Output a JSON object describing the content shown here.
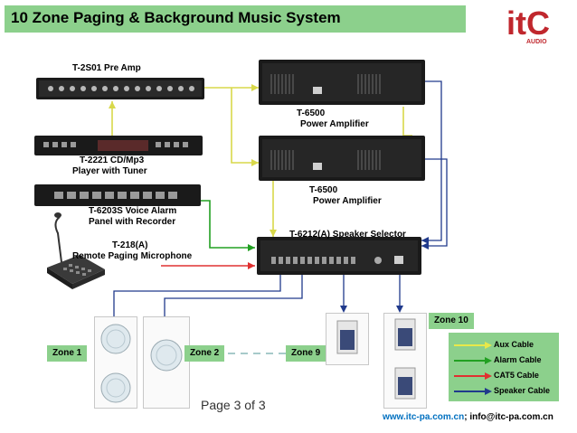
{
  "title": "10 Zone Paging & Background Music System",
  "logo": {
    "brand": "itC",
    "sub": "AUDIO"
  },
  "devices": {
    "preamp": "T-2S01 Pre Amp",
    "player_line1": "T-2221 CD/Mp3",
    "player_line2": "Player with Tuner",
    "alarm_line1": "T-6203S Voice Alarm",
    "alarm_line2": "Panel with Recorder",
    "mic_line1": "T-218(A)",
    "mic_line2": "Remote Paging Microphone",
    "amp1_line1": "T-6500",
    "amp1_line2": "Power Amplifier",
    "amp2_line1": "T-6500",
    "amp2_line2": "Power Amplifier",
    "selector": "T-6212(A) Speaker Selector"
  },
  "zones": {
    "z1": "Zone 1",
    "z2": "Zone 2",
    "z9": "Zone 9",
    "z10": "Zone 10"
  },
  "legend": [
    {
      "label": "Aux Cable",
      "color": "#e8e84a"
    },
    {
      "label": "Alarm Cable",
      "color": "#22a022"
    },
    {
      "label": "CAT5 Cable",
      "color": "#e03030"
    },
    {
      "label": "Speaker Cable",
      "color": "#203a8c"
    }
  ],
  "page": "Page 3 of 3",
  "footer": {
    "url": "www.itc-pa.com.cn",
    "sep": "; ",
    "email": "info@itc-pa.com.cn"
  }
}
